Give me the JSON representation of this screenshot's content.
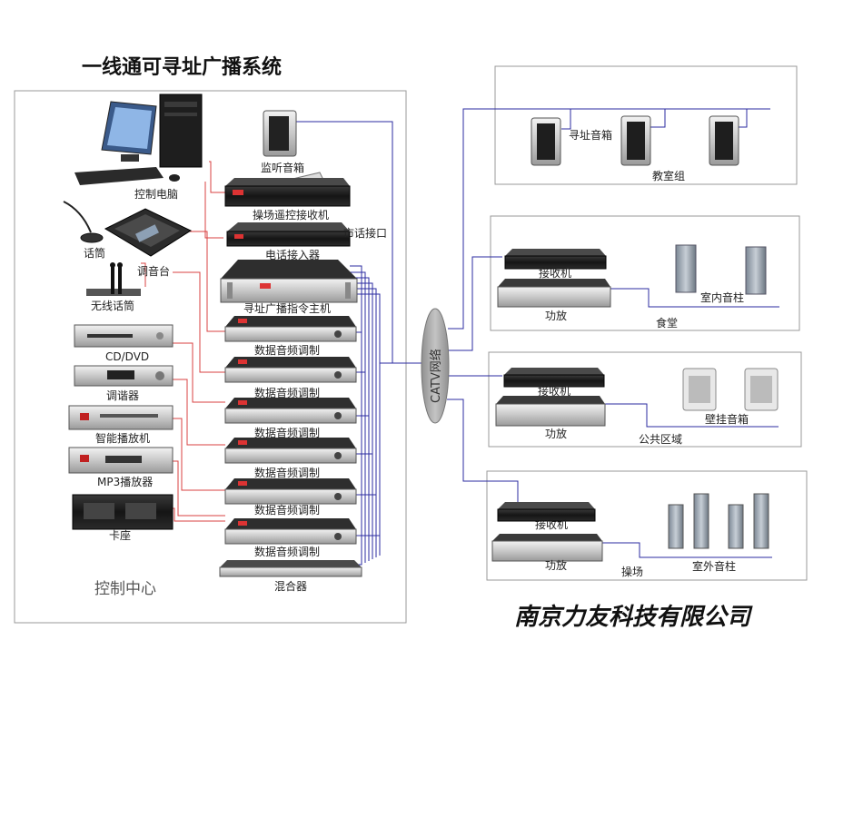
{
  "title": "一线通可寻址广播系统",
  "company": "南京力友科技有限公司",
  "control_center_label": "控制中心",
  "catv_label": "CATV网络",
  "left_devices": {
    "pc": "控制电脑",
    "mic": "话筒",
    "mixer": "调音台",
    "wireless": "无线话筒",
    "cd": "CD/DVD",
    "tuner": "调谐器",
    "smart": "智能播放机",
    "mp3": "MP3播放器",
    "cassette": "卡座"
  },
  "center_devices": {
    "monitor": "监听音箱",
    "remote_rx": "操场遥控接收机",
    "phone_label": "电话接入器",
    "phone_port": "市话接口",
    "host": "寻址广播指令主机",
    "modulators": [
      "数据音频调制",
      "数据音频调制",
      "数据音频调制",
      "数据音频调制",
      "数据音频调制",
      "数据音频调制"
    ],
    "mixer2": "混合器"
  },
  "zones": {
    "classroom": {
      "speaker": "寻址音箱",
      "group": "教室组"
    },
    "canteen": {
      "receiver": "接收机",
      "amp": "功放",
      "speaker": "室内音柱",
      "zone": "食堂"
    },
    "public": {
      "receiver": "接收机",
      "amp": "功放",
      "speaker": "壁挂音箱",
      "zone": "公共区域"
    },
    "playground": {
      "receiver": "接收机",
      "amp": "功放",
      "zone": "操场",
      "speaker": "室外音柱"
    }
  },
  "colors": {
    "blue_line": "#2b2ba0",
    "red_line": "#d84040",
    "device_dark": "#1c1c1c",
    "device_silver": "#c9c9c9",
    "frame": "#999999"
  }
}
